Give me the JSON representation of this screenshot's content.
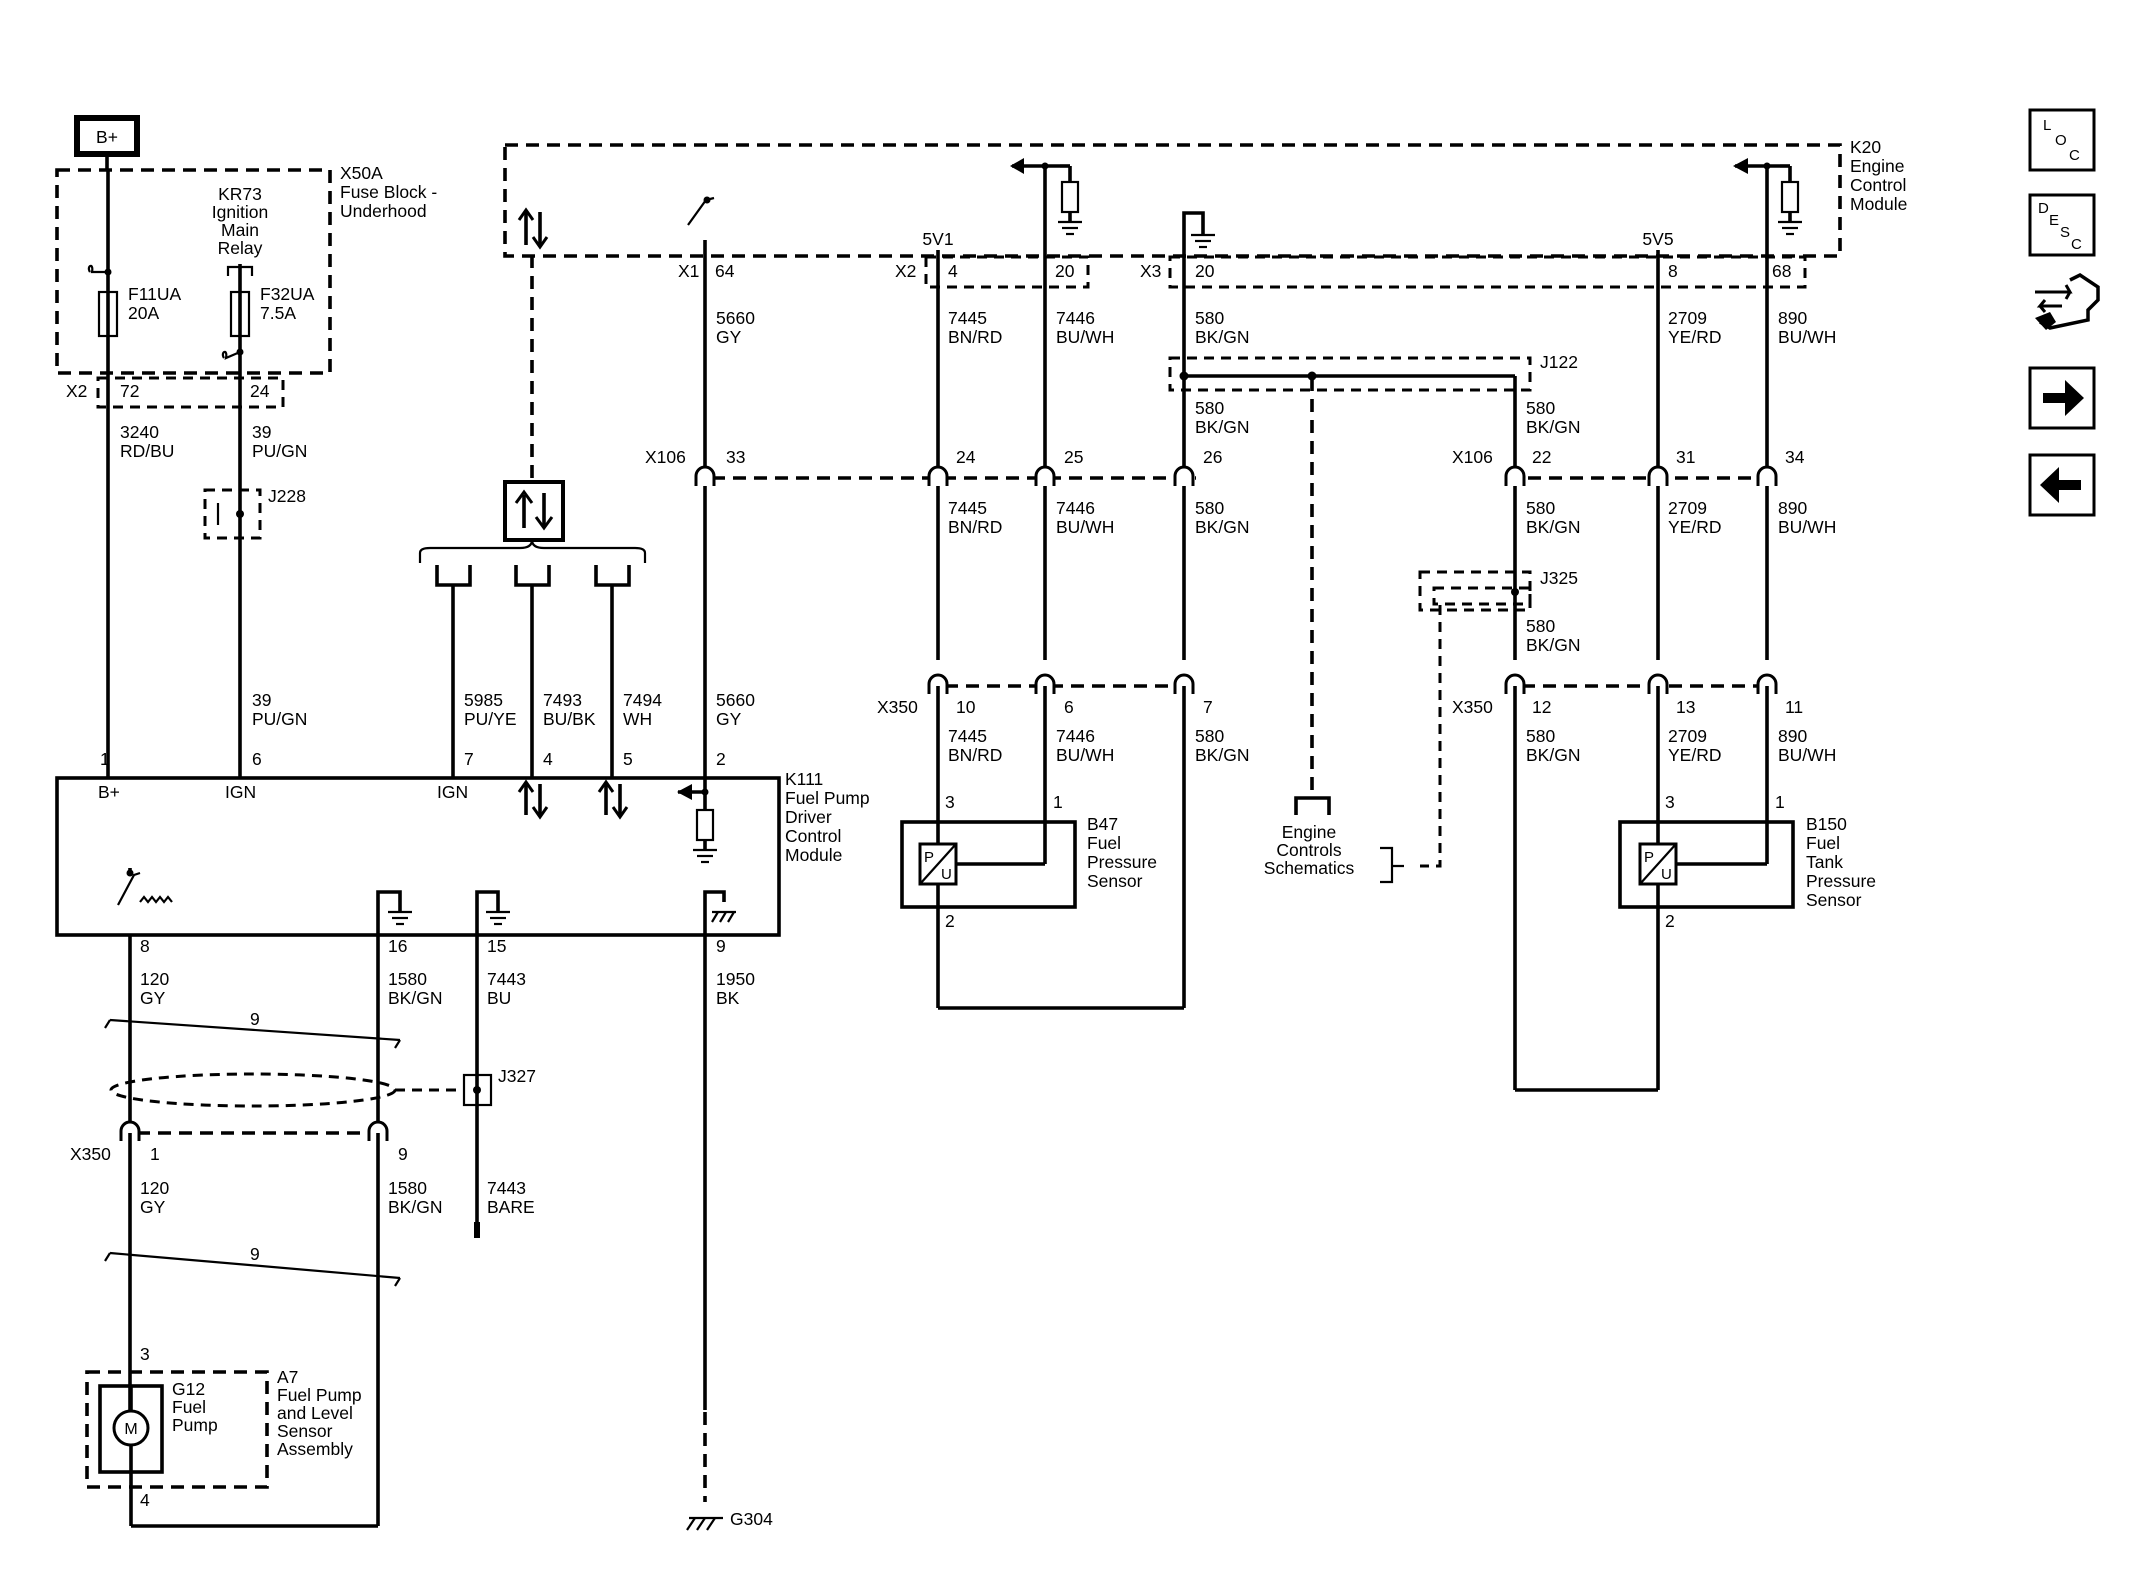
{
  "battery": {
    "label": "B+"
  },
  "x50a": {
    "ref": "X50A",
    "lines": [
      "Fuse Block -",
      "Underhood"
    ]
  },
  "relay": {
    "lines": [
      "KR73",
      "Ignition",
      "Main",
      "Relay"
    ]
  },
  "fuses": [
    {
      "name": "F11UA",
      "rating": "20A"
    },
    {
      "name": "F32UA",
      "rating": "7.5A"
    }
  ],
  "k20": {
    "lines": [
      "K20",
      "Engine",
      "Control",
      "Module"
    ]
  },
  "k111": {
    "lines": [
      "K111",
      "Fuel Pump",
      "Driver",
      "Control",
      "Module"
    ]
  },
  "b47": {
    "lines": [
      "B47",
      "Fuel",
      "Pressure",
      "Sensor"
    ]
  },
  "b150": {
    "lines": [
      "B150",
      "Fuel",
      "Tank",
      "Pressure",
      "Sensor"
    ]
  },
  "a7": {
    "lines": [
      "A7",
      "Fuel Pump",
      "and Level",
      "Sensor",
      "Assembly"
    ]
  },
  "g12": {
    "lines": [
      "G12",
      "Fuel",
      "Pump"
    ]
  },
  "engine_controls": {
    "lines": [
      "Engine",
      "Controls",
      "Schematics"
    ]
  },
  "connectors": {
    "x2": "X2",
    "x1": "X1",
    "x3": "X3",
    "x106": "X106",
    "x350": "X350"
  },
  "splices": {
    "j228": "J228",
    "j122": "J122",
    "j325": "J325",
    "j327": "J327",
    "g304": "G304"
  },
  "rails": {
    "v1": "5V1",
    "v5": "5V5"
  },
  "k111_pin_labels": {
    "bplus": "B+",
    "ign1": "IGN",
    "ign2": "IGN"
  },
  "pins": {
    "x2_72": "72",
    "x2_24": "24",
    "x1_64": "64",
    "x2_4": "4",
    "x2_20": "20",
    "x3_20": "20",
    "k20_8": "8",
    "k20_68": "68",
    "x106_33": "33",
    "x106_24": "24",
    "x106_25": "25",
    "x106_26": "26",
    "x106_22": "22",
    "x106_31": "31",
    "x106_34": "34",
    "x350_10": "10",
    "x350_6": "6",
    "x350_7": "7",
    "x350_12": "12",
    "x350_13": "13",
    "x350_11": "11",
    "k111_1": "1",
    "k111_6": "6",
    "k111_7": "7",
    "k111_4": "4",
    "k111_5": "5",
    "k111_2": "2",
    "k111_8": "8",
    "k111_16": "16",
    "k111_15": "15",
    "k111_9": "9",
    "x350_1": "1",
    "x350_9": "9",
    "b47_3": "3",
    "b47_1": "1",
    "b47_2": "2",
    "b150_3": "3",
    "b150_1": "1",
    "b150_2": "2",
    "a7_3": "3",
    "a7_4": "4",
    "twist1": "9",
    "twist2": "9"
  },
  "wires": {
    "w3240": {
      "num": "3240",
      "color": "RD/BU"
    },
    "w39a": {
      "num": "39",
      "color": "PU/GN"
    },
    "w39b": {
      "num": "39",
      "color": "PU/GN"
    },
    "w5660a": {
      "num": "5660",
      "color": "GY"
    },
    "w5660b": {
      "num": "5660",
      "color": "GY"
    },
    "w7445a": {
      "num": "7445",
      "color": "BN/RD"
    },
    "w7445b": {
      "num": "7445",
      "color": "BN/RD"
    },
    "w7445c": {
      "num": "7445",
      "color": "BN/RD"
    },
    "w7446a": {
      "num": "7446",
      "color": "BU/WH"
    },
    "w7446b": {
      "num": "7446",
      "color": "BU/WH"
    },
    "w7446c": {
      "num": "7446",
      "color": "BU/WH"
    },
    "w580a": {
      "num": "580",
      "color": "BK/GN"
    },
    "w580b": {
      "num": "580",
      "color": "BK/GN"
    },
    "w580c": {
      "num": "580",
      "color": "BK/GN"
    },
    "w580d": {
      "num": "580",
      "color": "BK/GN"
    },
    "w580e": {
      "num": "580",
      "color": "BK/GN"
    },
    "w580f": {
      "num": "580",
      "color": "BK/GN"
    },
    "w580g": {
      "num": "580",
      "color": "BK/GN"
    },
    "w580h": {
      "num": "580",
      "color": "BK/GN"
    },
    "w2709a": {
      "num": "2709",
      "color": "YE/RD"
    },
    "w2709b": {
      "num": "2709",
      "color": "YE/RD"
    },
    "w2709c": {
      "num": "2709",
      "color": "YE/RD"
    },
    "w890a": {
      "num": "890",
      "color": "BU/WH"
    },
    "w890b": {
      "num": "890",
      "color": "BU/WH"
    },
    "w890c": {
      "num": "890",
      "color": "BU/WH"
    },
    "w5985": {
      "num": "5985",
      "color": "PU/YE"
    },
    "w7493": {
      "num": "7493",
      "color": "BU/BK"
    },
    "w7494": {
      "num": "7494",
      "color": "WH"
    },
    "w120a": {
      "num": "120",
      "color": "GY"
    },
    "w120b": {
      "num": "120",
      "color": "GY"
    },
    "w1580a": {
      "num": "1580",
      "color": "BK/GN"
    },
    "w1580b": {
      "num": "1580",
      "color": "BK/GN"
    },
    "w7443a": {
      "num": "7443",
      "color": "BU"
    },
    "w7443b": {
      "num": "7443",
      "color": "BARE"
    },
    "w1950": {
      "num": "1950",
      "color": "BK"
    }
  },
  "nav": [
    {
      "key": "loc",
      "letters": [
        "L",
        "O",
        "C"
      ]
    },
    {
      "key": "desc",
      "letters": [
        "D",
        "E",
        "S",
        "C"
      ]
    },
    {
      "icon": "connector-end-view-icon"
    },
    {
      "icon": "arrow-right-icon"
    },
    {
      "icon": "arrow-left-icon"
    }
  ]
}
